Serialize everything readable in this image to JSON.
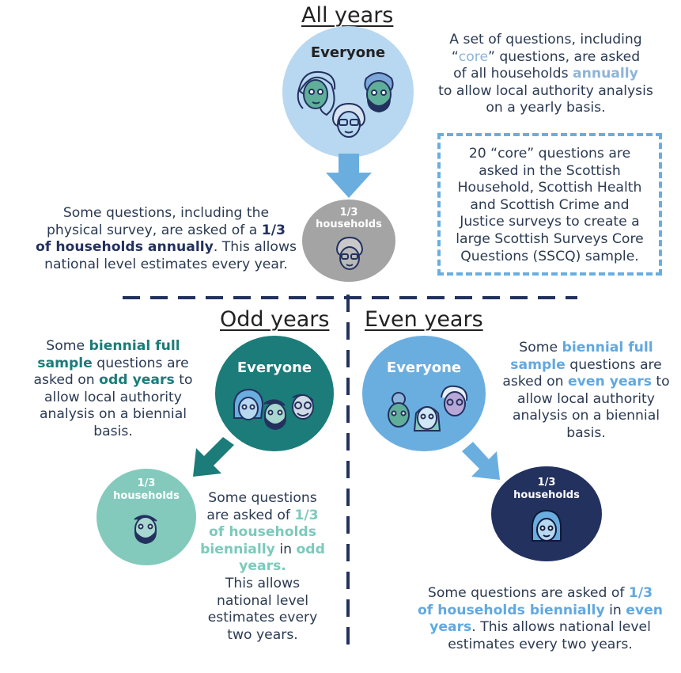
{
  "headings": {
    "all_years": "All years",
    "odd_years": "Odd years",
    "even_years": "Even years"
  },
  "circles": {
    "top_everyone": "Everyone",
    "top_third_1": "1/3",
    "top_third_2": "households",
    "odd_everyone": "Everyone",
    "odd_third_1": "1/3",
    "odd_third_2": "households",
    "even_everyone": "Everyone",
    "even_third_1": "1/3",
    "even_third_2": "households"
  },
  "text": {
    "core": {
      "l1": "A set of questions, including",
      "l2a": "“",
      "l2b": "core",
      "l2c": "” questions, are asked",
      "l3a": "of all households ",
      "l3b": "annually",
      "l4": "to allow local authority analysis",
      "l5": "on a yearly basis."
    },
    "sscq": {
      "l1": "20 “core” questions are",
      "l2": "asked in the Scottish",
      "l3": "Household, Scottish Health",
      "l4": "and Scottish Crime and",
      "l5": "Justice surveys to create a",
      "l6": "large Scottish Surveys Core",
      "l7": "Questions (SSCQ) sample."
    },
    "third": {
      "l1": "Some questions, including the",
      "l2a": "physical survey, are asked of a ",
      "l2b": "1/3",
      "l3a": "of households annually",
      "l3b": ". This allows",
      "l4": "national level estimates every year."
    },
    "odd_full": {
      "l1a": "Some ",
      "l1b": "biennial full",
      "l2a": "sample",
      "l2b": " questions are",
      "l3a": "asked on ",
      "l3b": "odd years",
      "l3c": " to",
      "l4": "allow local authority",
      "l5": "analysis on a biennial",
      "l6": "basis."
    },
    "odd_third": {
      "l1": "Some questions",
      "l2a": "are asked of ",
      "l2b": "1/3",
      "l3": "of households",
      "l4a": "biennially",
      "l4b": " in ",
      "l4c": "odd",
      "l5": "years.",
      "l6": "This allows",
      "l7": "national level",
      "l8": "estimates every",
      "l9": "two years."
    },
    "even_full": {
      "l1a": "Some ",
      "l1b": "biennial full",
      "l2a": "sample",
      "l2b": " questions are",
      "l3a": "asked on ",
      "l3b": "even years",
      "l3c": " to",
      "l4": "allow local authority",
      "l5": "analysis on a biennial",
      "l6": "basis."
    },
    "even_third": {
      "l1a": "Some questions are asked of ",
      "l1b": "1/3",
      "l2a": "of households biennially",
      "l2b": " in ",
      "l2c": "even",
      "l3a": "years",
      "l3b": ". This allows national level",
      "l4": "estimates every two years."
    }
  },
  "colors": {
    "light_blue_circle": "#b8d7f0",
    "grey_circle": "#a4a4a4",
    "teal_circle": "#1b7c79",
    "mint_circle": "#83cabd",
    "blue_circle": "#6aaee0",
    "navy_circle": "#23315f",
    "arrow_blue": "#6aaee0",
    "arrow_teal": "#1b7c79",
    "divider": "#23315f"
  }
}
